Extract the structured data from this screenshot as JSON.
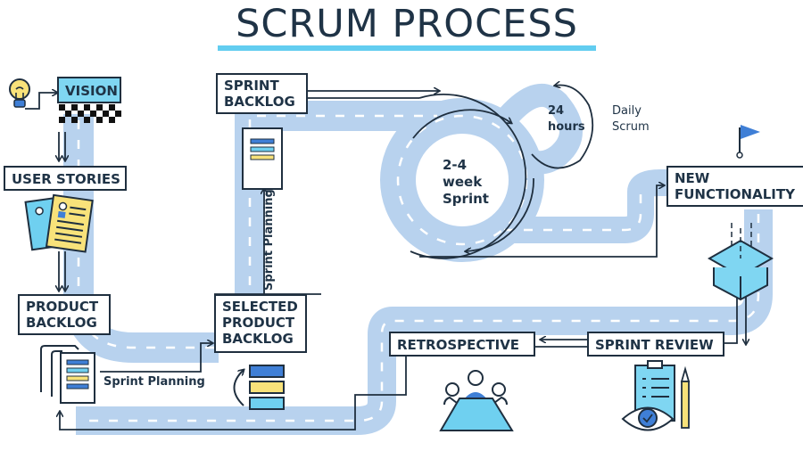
{
  "title": "SCRUM PROCESS",
  "colors": {
    "title": "#1f3346",
    "accent_underline": "#62cdf0",
    "road": "#b8d2ee",
    "road_dash": "#ffffff",
    "line": "#1f2f3f",
    "vision_fill": "#7fd6f2",
    "blue_dark": "#3f7fd6",
    "blue_light": "#6fd0f0",
    "yellow": "#f8e27a"
  },
  "steps": {
    "vision": "VISION",
    "user_stories": "USER STORIES",
    "product_backlog_1": "PRODUCT",
    "product_backlog_2": "BACKLOG",
    "selected_1": "SELECTED",
    "selected_2": "PRODUCT",
    "selected_3": "BACKLOG",
    "sprint_backlog_1": "SPRINT",
    "sprint_backlog_2": "BACKLOG",
    "new_func_1": "NEW",
    "new_func_2": "FUNCTIONALITY",
    "sprint_review": "SPRINT REVIEW",
    "retrospective": "RETROSPECTIVE"
  },
  "labels": {
    "sprint_planning_h": "Sprint Planning",
    "sprint_planning_v": "Sprint Planning",
    "sprint_cycle_1": "2-4",
    "sprint_cycle_2": "week",
    "sprint_cycle_3": "Sprint",
    "daily_hours_1": "24",
    "daily_hours_2": "hours",
    "daily_scrum_1": "Daily",
    "daily_scrum_2": "Scrum"
  },
  "icons": [
    "lightbulb-icon",
    "checkered-flag-icon",
    "user-stories-cards-icon",
    "backlog-documents-icon",
    "sprint-backlog-document-icon",
    "reorder-stack-icon",
    "goal-flag-icon",
    "open-box-icon",
    "meeting-table-icon",
    "clipboard-eye-icon",
    "pencil-icon"
  ]
}
